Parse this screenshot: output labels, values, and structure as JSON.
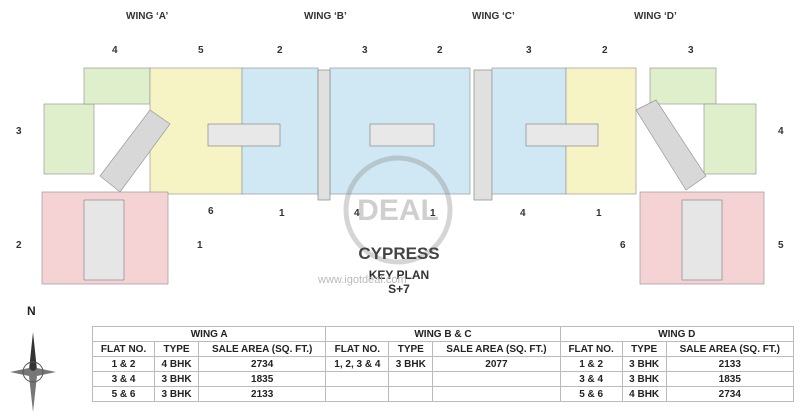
{
  "wings": [
    "WING ‘A’",
    "WING ‘B’",
    "WING ‘C’",
    "WING ‘D’"
  ],
  "numbers": {
    "top": [
      "4",
      "5",
      "2",
      "3",
      "2",
      "3",
      "2",
      "3"
    ],
    "left": [
      "3",
      "2"
    ],
    "right": [
      "4",
      "5"
    ],
    "bottom": [
      "6",
      "1",
      "4",
      "1",
      "4",
      "1",
      "1",
      "6"
    ]
  },
  "title": "CYPRESS",
  "subtitle1": "KEY PLAN",
  "subtitle2": "S+7",
  "watermark": "www.igotdeal.com",
  "compass": "N",
  "table": {
    "groups": [
      "WING  A",
      "WING B & C",
      "WING D"
    ],
    "headers": [
      "FLAT NO.",
      "TYPE",
      "SALE AREA (SQ. FT.)",
      "FLAT NO.",
      "TYPE",
      "SALE AREA (SQ. FT.)",
      "FLAT NO.",
      "TYPE",
      "SALE AREA (SQ. FT.)"
    ],
    "rows": [
      [
        "1 & 2",
        "4 BHK",
        "2734",
        "1, 2, 3 & 4",
        "3 BHK",
        "2077",
        "1 & 2",
        "3 BHK",
        "2133"
      ],
      [
        "3 & 4",
        "3 BHK",
        "1835",
        "",
        "",
        "",
        "3 & 4",
        "3 BHK",
        "1835"
      ],
      [
        "5 & 6",
        "3 BHK",
        "2133",
        "",
        "",
        "",
        "5 & 6",
        "4 BHK",
        "2734"
      ]
    ]
  },
  "colors": {
    "green": "#dfeecb",
    "yellow": "#f6f3c4",
    "blue": "#cfe8f3",
    "pink": "#f5d3d5",
    "core": "#d8d8d8"
  }
}
